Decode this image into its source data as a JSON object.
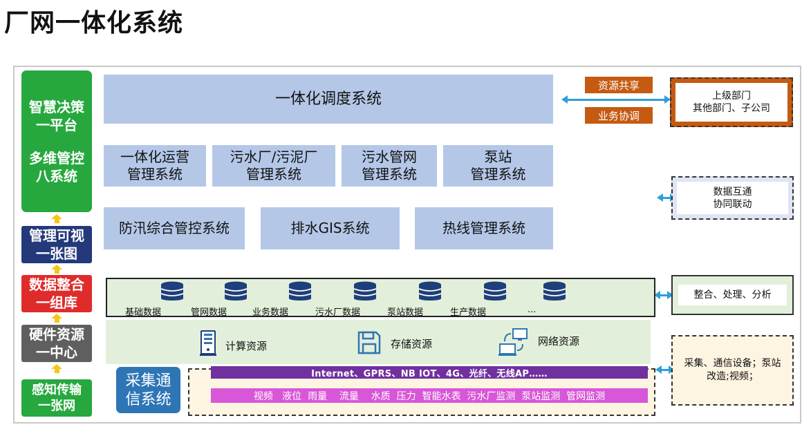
{
  "title": "厂网一体化系统",
  "left_column": {
    "smart": [
      "智慧决策",
      "一平台",
      "多维管控",
      "八系统"
    ],
    "visual": [
      "管理可视",
      "一张图"
    ],
    "data": [
      "数据整合",
      "一组库"
    ],
    "hardware": [
      "硬件资源",
      "一中心"
    ],
    "sense": [
      "感知传输",
      "一张网"
    ]
  },
  "dispatch": "一体化调度系统",
  "systems_row1": [
    [
      "一体化运营",
      "管理系统"
    ],
    [
      "污水厂/污泥厂",
      "管理系统"
    ],
    [
      "污水管网",
      "管理系统"
    ],
    [
      "泵站",
      "管理系统"
    ]
  ],
  "systems_row2": [
    "防汛综合管控系统",
    "排水GIS系统",
    "热线管理系统"
  ],
  "share": {
    "resource": "资源共享",
    "business": "业务协调"
  },
  "upper": [
    "上级部门",
    "其他部门、子公司"
  ],
  "interop": [
    "数据互通",
    "协同联动"
  ],
  "integrate": "整合、处理、分析",
  "databases": [
    "基础数据",
    "管网数据",
    "业务数据",
    "污水厂数据",
    "泵站数据",
    "生产数据",
    "..."
  ],
  "resources": {
    "compute": "计算资源",
    "storage": "存储资源",
    "network": "网络资源"
  },
  "comm": "Internet、GPRS、NB IOT、4G、光纤、无线AP……",
  "sensors": "视频   液位  雨量    流量    水质  压力  智能水表  污水厂监测  泵站监测  管网监测",
  "collect_system": [
    "采集通",
    "信系统"
  ],
  "collect_right": [
    "采集、通信设备；泵站",
    "改造;视频；"
  ]
}
